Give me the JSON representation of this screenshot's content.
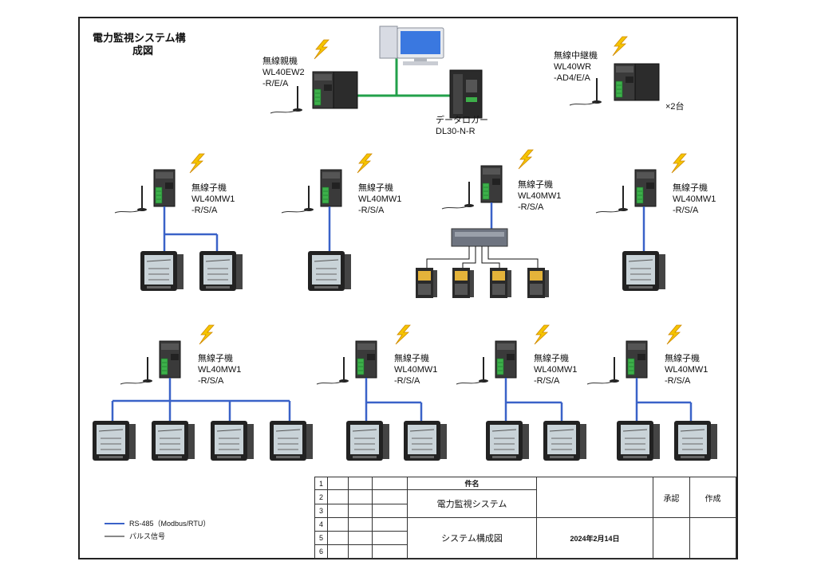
{
  "title": {
    "line1": "電力監視システム構",
    "line2": "成図"
  },
  "master": {
    "name": "無線親機",
    "model1": "WL40EW2",
    "model2": "-R/E/A"
  },
  "repeater": {
    "name": "無線中継機",
    "model1": "WL40WR",
    "model2": "-AD4/E/A",
    "qty": "×2台"
  },
  "logger": {
    "name": "データロガー",
    "model": "DL30-N-R"
  },
  "slave": {
    "name": "無線子機",
    "model1": "WL40MW1",
    "model2": "-R/S/A"
  },
  "legend": {
    "rs485": "RS-485（Modbus/RTU）",
    "pulse": "パルス信号"
  },
  "titleblock": {
    "rows": [
      "1",
      "2",
      "3",
      "4",
      "5",
      "6"
    ],
    "item_header": "件名",
    "subject": "電力監視システム",
    "drawing": "システム構成図",
    "date": "2024年2月14日",
    "approve": "承認",
    "create": "作成"
  },
  "colors": {
    "lan": "#22a04a",
    "rs485": "#3a62c8",
    "pulse": "#111111",
    "bolt": "#f5c400"
  }
}
